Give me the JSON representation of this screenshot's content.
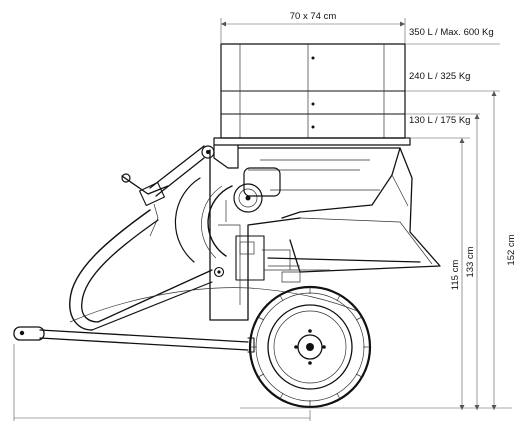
{
  "dimensions": {
    "hopper_footprint": "70 x 74 cm",
    "capacity_max": "350 L / Max. 600 Kg",
    "capacity_mid": "240 L / 325 Kg",
    "capacity_min": "130 L / 175 Kg",
    "height_115": "115 cm",
    "height_133": "133 cm",
    "height_152": "152 cm"
  },
  "colors": {
    "line": "#111111",
    "background": "#ffffff"
  }
}
